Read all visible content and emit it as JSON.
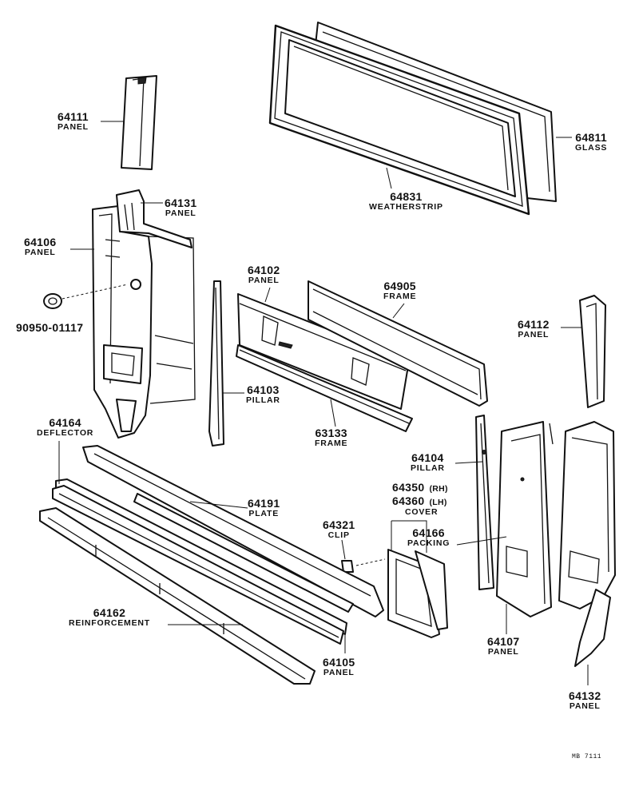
{
  "parts": [
    {
      "id": "p64111",
      "number": "64111",
      "name": "PANEL"
    },
    {
      "id": "p64131",
      "number": "64131",
      "name": "PANEL"
    },
    {
      "id": "p64106",
      "number": "64106",
      "name": "PANEL"
    },
    {
      "id": "p90950",
      "number": "90950-01117",
      "name": ""
    },
    {
      "id": "p64831",
      "number": "64831",
      "name": "WEATHERSTRIP"
    },
    {
      "id": "p64811",
      "number": "64811",
      "name": "GLASS"
    },
    {
      "id": "p64102",
      "number": "64102",
      "name": "PANEL"
    },
    {
      "id": "p64905",
      "number": "64905",
      "name": "FRAME"
    },
    {
      "id": "p64112",
      "number": "64112",
      "name": "PANEL"
    },
    {
      "id": "p64103",
      "number": "64103",
      "name": "PILLAR"
    },
    {
      "id": "p63133",
      "number": "63133",
      "name": "FRAME"
    },
    {
      "id": "p64104",
      "number": "64104",
      "name": "PILLAR"
    },
    {
      "id": "p64164",
      "number": "64164",
      "name": "DEFLECTOR"
    },
    {
      "id": "p64191",
      "number": "64191",
      "name": "PLATE"
    },
    {
      "id": "p64321",
      "number": "64321",
      "name": "CLIP"
    },
    {
      "id": "p64166",
      "number": "64166",
      "name": "PACKING"
    },
    {
      "id": "p64162",
      "number": "64162",
      "name": "REINFORCEMENT"
    },
    {
      "id": "p64105",
      "number": "64105",
      "name": "PANEL"
    },
    {
      "id": "p64107",
      "number": "64107",
      "name": "PANEL"
    },
    {
      "id": "p64132",
      "number": "64132",
      "name": "PANEL"
    }
  ],
  "cover": {
    "rh_number": "64350",
    "rh_side": "(RH)",
    "lh_number": "64360",
    "lh_side": "(LH)",
    "name": "COVER"
  },
  "drawing_code": "MB 7111"
}
